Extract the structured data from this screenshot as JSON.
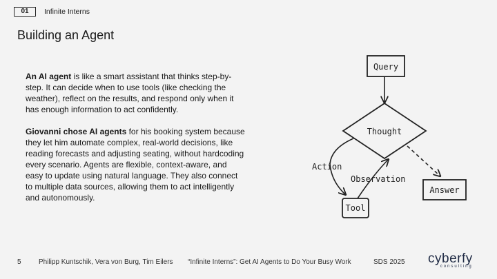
{
  "header": {
    "number": "01",
    "section": "Infinite Interns"
  },
  "title": "Building an Agent",
  "paragraphs": [
    {
      "lead": "An AI agent",
      "text": " is like a smart assistant that thinks step-by-step. It can decide when to use tools (like checking the weather), reflect on the results, and respond only when it has enough information to act confidently."
    },
    {
      "lead": "Giovanni chose AI agents",
      "text": " for his booking system because they let him automate complex, real-world decisions, like reading forecasts and adjusting seating, without hardcoding every scenario. Agents are flexible, context-aware, and easy to update using natural language. They also connect to multiple data sources, allowing them to act intelligently and autonomously."
    }
  ],
  "diagram": {
    "query": "Query",
    "thought": "Thought",
    "answer": "Answer",
    "tool": "Tool",
    "action": "Action",
    "observation": "Observation"
  },
  "footer": {
    "page": "5",
    "authors": "Philipp Kuntschik, Vera von Burg, Tim Eilers",
    "talk": "“Infinite Interns”: Get AI Agents to Do Your Busy Work",
    "conference": "SDS 2025"
  },
  "logo": {
    "main": "cyberfy",
    "sub": "consulting"
  }
}
